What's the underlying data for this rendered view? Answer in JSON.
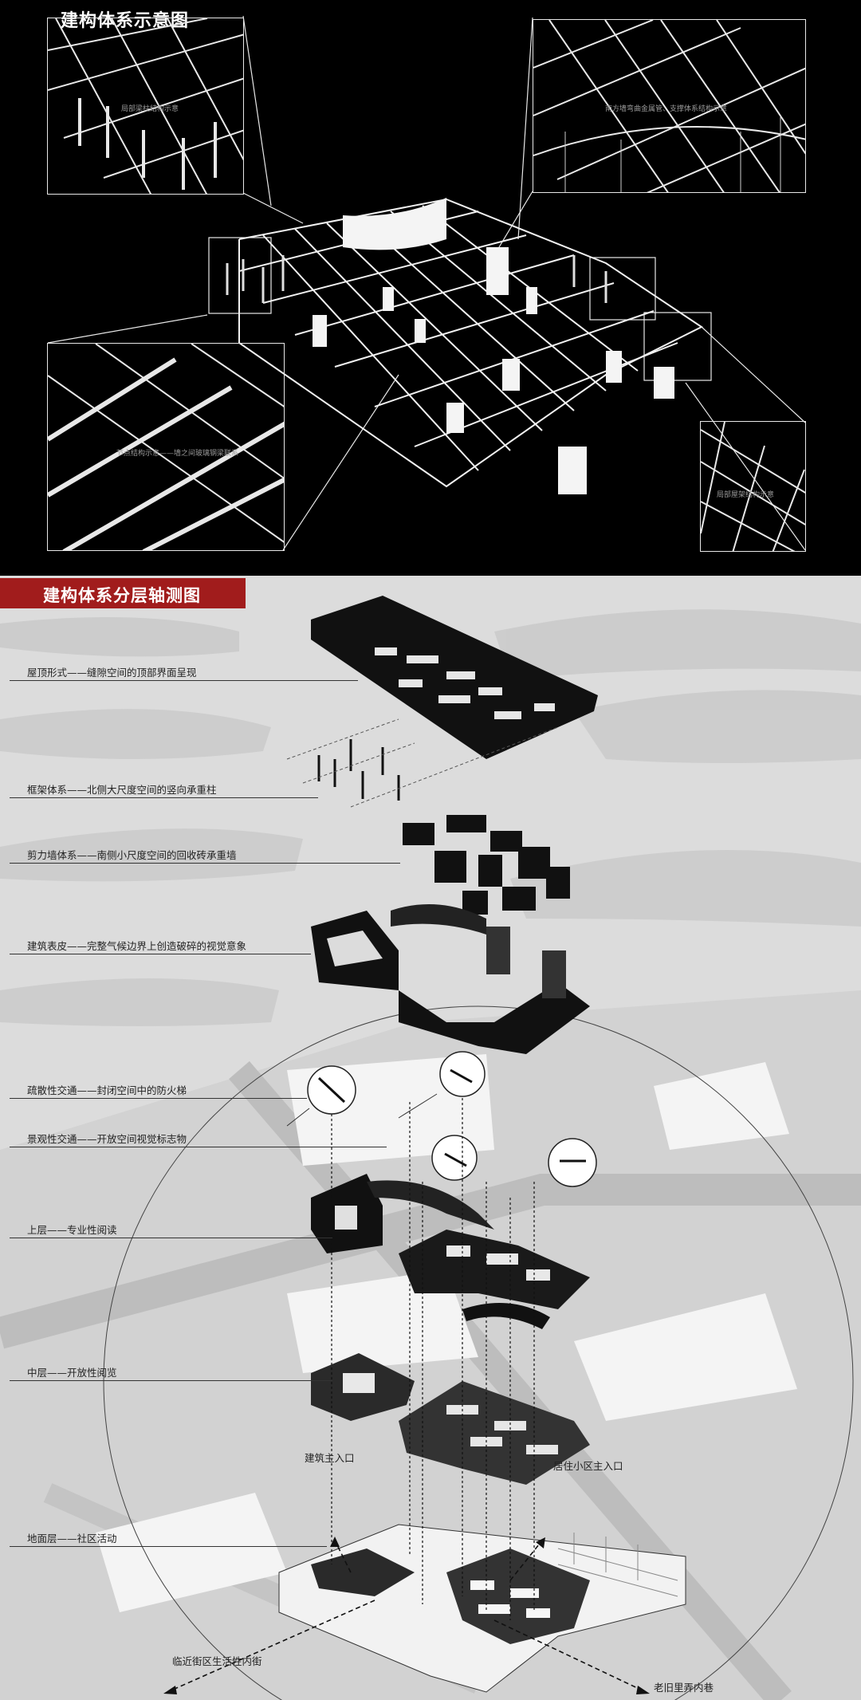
{
  "top_panel": {
    "title": "建构体系示意图",
    "insets": [
      {
        "caption": "局部梁柱结构示意"
      },
      {
        "caption": "南方墙弯曲金属管、支撑体系结构示意"
      },
      {
        "caption": "节点结构示意——墙之间玻璃钢梁联系"
      },
      {
        "caption": "局部屋架结构示意"
      }
    ]
  },
  "bottom_panel": {
    "title": "建构体系分层轴测图",
    "layers": [
      {
        "label": "屋顶形式——缝隙空间的顶部界面呈现"
      },
      {
        "label": "框架体系——北侧大尺度空间的竖向承重柱"
      },
      {
        "label": "剪力墙体系——南侧小尺度空间的回收砖承重墙"
      },
      {
        "label": "建筑表皮——完整气候边界上创造破碎的视觉意象"
      },
      {
        "label": "疏散性交通——封闭空间中的防火梯"
      },
      {
        "label": "景观性交通——开放空间视觉标志物"
      },
      {
        "label": "上层——专业性阅读"
      },
      {
        "label": "中层——开放性阅览"
      },
      {
        "label": "地面层——社区活动"
      }
    ],
    "map_labels": {
      "main_entrance": "建筑主入口",
      "residential_entrance": "居住小区主入口",
      "street_left": "临近街区生活性内街",
      "street_right": "老旧里弄内巷"
    }
  },
  "colors": {
    "top_background": "#000000",
    "line_white": "#e8e8e8",
    "title_bar_red": "#a11c1c",
    "map_background": "#dcdcdc",
    "ink": "#111111"
  }
}
